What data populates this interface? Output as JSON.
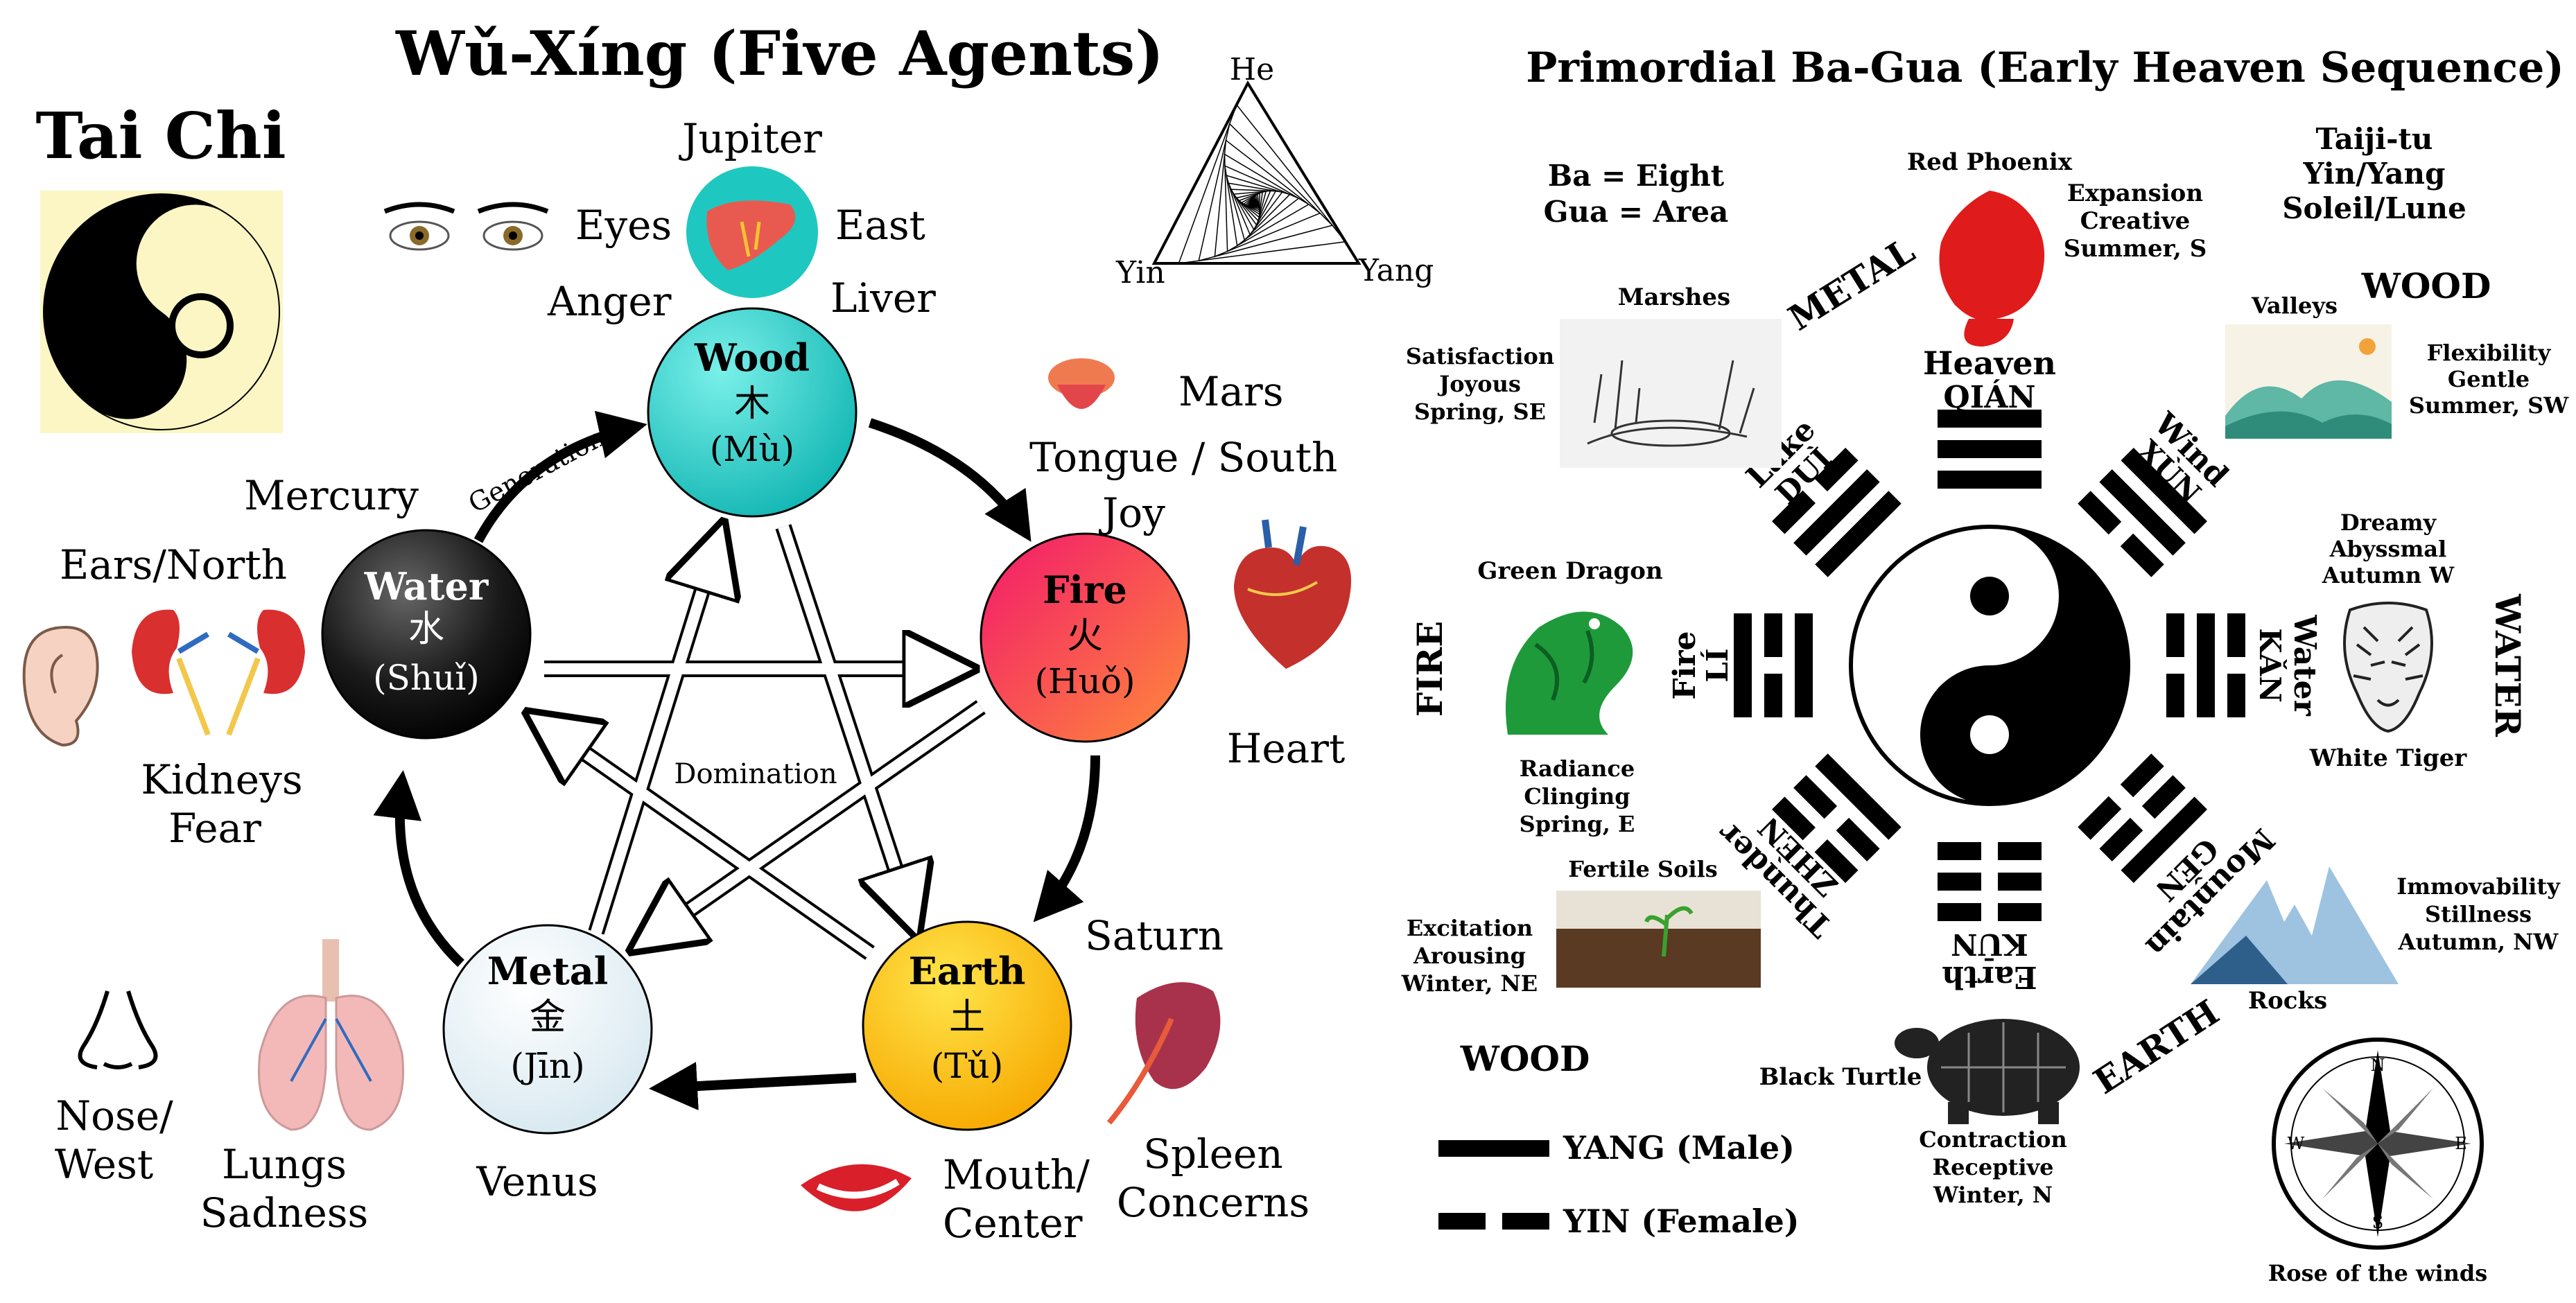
{
  "left": {
    "title": "Wǔ-Xíng (Five Agents)",
    "taichi_title": "Tai Chi",
    "triangle": {
      "top": "He",
      "left": "Yin",
      "right": "Yang"
    },
    "elements": {
      "wood": {
        "name": "Wood",
        "hanzi": "木",
        "pinyin": "(Mù)",
        "color": "#1fc7c0"
      },
      "fire": {
        "name": "Fire",
        "hanzi": "火",
        "pinyin": "(Huǒ)",
        "color": "#f2426a"
      },
      "earth": {
        "name": "Earth",
        "hanzi": "土",
        "pinyin": "(Tǔ)",
        "color": "#ffd400"
      },
      "metal": {
        "name": "Metal",
        "hanzi": "金",
        "pinyin": "(Jīn)",
        "color": "#eaf3f8"
      },
      "water": {
        "name": "Water",
        "hanzi": "水",
        "pinyin": "(Shuǐ)",
        "color": "#111111"
      }
    },
    "cycle_labels": {
      "generation": "Generation",
      "domination": "Domination"
    },
    "labels": {
      "jupiter": "Jupiter",
      "eyes": "Eyes",
      "east": "East",
      "anger": "Anger",
      "liver": "Liver",
      "mars": "Mars",
      "tongue_south": "Tongue / South",
      "joy": "Joy",
      "heart": "Heart",
      "saturn": "Saturn",
      "mouth": "Mouth/",
      "center": "Center",
      "spleen": "Spleen",
      "concerns": "Concerns",
      "venus": "Venus",
      "lungs": "Lungs",
      "sadness": "Sadness",
      "nose": "Nose/",
      "west": "West",
      "mercury": "Mercury",
      "ears_north": "Ears/North",
      "kidneys": "Kidneys",
      "fear": "Fear"
    }
  },
  "right": {
    "title": "Primordial Ba-Gua (Early Heaven Sequence)",
    "ba_gua": [
      "Ba = Eight",
      "Gua = Area"
    ],
    "taiji": [
      "Taiji-tu",
      "Yin/Yang",
      "Soleil/Lune"
    ],
    "elements": {
      "metal": "METAL",
      "wood_top": "WOOD",
      "fire": "FIRE",
      "water": "WATER",
      "wood_bottom": "WOOD",
      "earth": "EARTH"
    },
    "trigrams": {
      "heaven": [
        "Heaven",
        "QIÁN"
      ],
      "wind": [
        "Wind",
        "XÙN"
      ],
      "water": [
        "Water",
        "KǍN"
      ],
      "mountain": [
        "Mountain",
        "GĚN"
      ],
      "earth": [
        "Earth",
        "KŪN"
      ],
      "thunder": [
        "Thunder",
        "ZHÈN"
      ],
      "fire": [
        "Fire",
        "LÍ"
      ],
      "lake": [
        "Lake",
        "DUÌ"
      ]
    },
    "annotations": {
      "red_phoenix": "Red Phoenix",
      "summer_s": [
        "Expansion",
        "Creative",
        "Summer, S"
      ],
      "marshes": "Marshes",
      "spring_se": [
        "Satisfaction",
        "Joyous",
        "Spring, SE"
      ],
      "valleys": "Valleys",
      "summer_sw": [
        "Flexibility",
        "Gentle",
        "Summer, SW"
      ],
      "autumn_w": [
        "Dreamy",
        "Abyssmal",
        "Autumn W"
      ],
      "white_tiger": "White Tiger",
      "green_dragon": "Green Dragon",
      "spring_e": [
        "Radiance",
        "Clinging",
        "Spring, E"
      ],
      "fertile_soils": "Fertile Soils",
      "winter_ne": [
        "Excitation",
        "Arousing",
        "Winter, NE"
      ],
      "autumn_nw": [
        "Immovability",
        "Stillness",
        "Autumn, NW"
      ],
      "rocks": "Rocks",
      "black_turtle": "Black Turtle",
      "winter_n": [
        "Contraction",
        "Receptive",
        "Winter, N"
      ],
      "rose": "Rose of the winds",
      "compass": {
        "n": "N",
        "s": "S",
        "e": "E",
        "w": "W"
      }
    },
    "legend": {
      "yang": "YANG (Male)",
      "yin": "YIN (Female)"
    }
  }
}
